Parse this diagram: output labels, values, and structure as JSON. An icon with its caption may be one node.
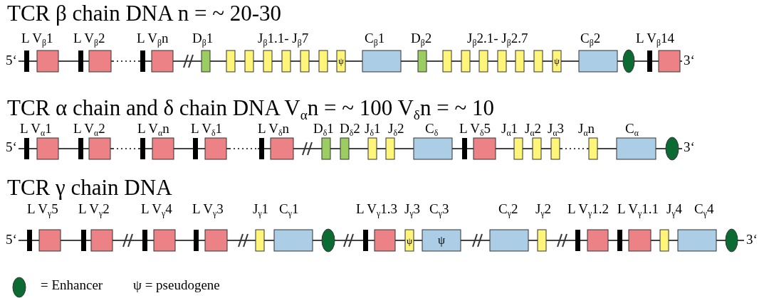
{
  "diagram": {
    "labels": [
      "TCR β chain DNA n = ~ 20-30",
      "L V$_{β}$1",
      "L V$_{β}$2",
      "L V$_{β}$n",
      "D$_{β}$1",
      "J$_{β}$1.1- J$_{β}$7",
      "C$_{β}$1",
      "D$_{β}$2",
      "J$_{β}$2.1- J$_{β}$2.7",
      "C$_{β}$2",
      "L V$_{β}$14",
      "5‘",
      "ψ",
      "ψ",
      "3‘",
      "TCR α chain and δ chain DNA V$_{α}$n = ~ 100 V$_{δ}$n = ~ 10",
      "L V$_{α}$1",
      "L V$_{α}$2",
      "L V$_{α}$n",
      "L V$_{δ}$1",
      "L V$_{δ}$n",
      "D$_{δ}$1",
      "D$_{δ}$2",
      "J$_{δ}$1",
      "J$_{δ}$2",
      "C$_{δ}$",
      "L V$_{δ}$5",
      "J$_{α}$1",
      "J$_{α}$2",
      "J$_{α}$3",
      "J$_{α}$n",
      "C$_{α}$",
      "5‘",
      "3‘",
      "TCR γ chain DNA",
      "L V$_{γ}$5",
      "L V$_{γ}$2",
      "L V$_{γ}$4",
      "L V$_{γ}$3",
      "J$_{γ}$1",
      "C$_{γ}$1",
      "L V$_{γ}$1.3",
      "J$_{γ}$3",
      "C$_{γ}$3",
      "C$_{γ}$2",
      "J$_{γ}$2",
      "L V$_{γ}$1.2",
      "L V$_{γ}$1.1",
      "J$_{γ}$4",
      "C$_{γ}$4",
      "5‘",
      "ψ",
      "ψ",
      "3‘",
      "ψ = pseudogene"
    ],
    "legend": [
      {
        "text": "= Enhancer"
      }
    ]
  }
}
